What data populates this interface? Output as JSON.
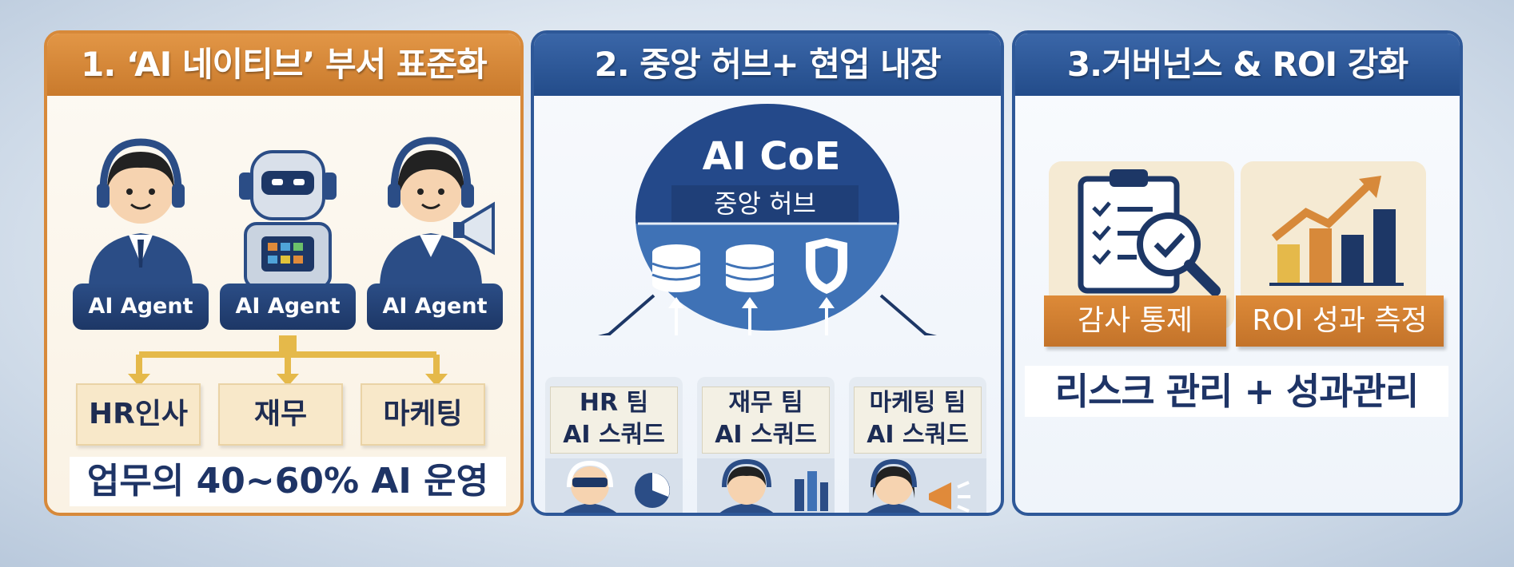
{
  "panels": [
    {
      "title": "1. ‘AI 네이티브’ 부서 표준화",
      "agents": [
        "AI Agent",
        "AI Agent",
        "AI Agent"
      ],
      "departments": [
        "HR인사",
        "재무",
        "마케팅"
      ],
      "summary": "업무의 40~60% AI 운영"
    },
    {
      "title": "2. 중앙 허브+ 현업 내장",
      "hub_title": "AI CoE",
      "hub_subtitle": "중앙 허브",
      "squads": [
        {
          "line1": "HR 팀",
          "line2": "AI 스쿼드"
        },
        {
          "line1": "재무 팀",
          "line2": "AI 스쿼드"
        },
        {
          "line1": "마케팅 팀",
          "line2": "AI 스쿼드"
        }
      ]
    },
    {
      "title": "3.거버넌스 & ROI 강화",
      "cards": [
        "감사 통제",
        "ROI 성과 측정"
      ],
      "summary": "리스크 관리 + 성과관리"
    }
  ],
  "colors": {
    "orange": "#d7893a",
    "navy": "#2e5898",
    "dark_navy": "#1e3466",
    "cream": "#f8e8c9"
  },
  "icons": [
    "headset-agent-icon",
    "robot-agent-icon",
    "megaphone-agent-icon",
    "database-icon",
    "shield-icon",
    "clipboard-checklist-icon",
    "magnifier-check-icon",
    "bar-chart-growth-icon"
  ]
}
